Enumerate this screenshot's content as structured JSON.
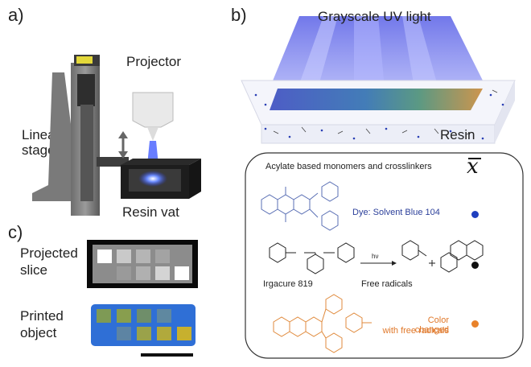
{
  "panels": {
    "a": {
      "label": "a)",
      "projector": "Projector",
      "linear_stage": [
        "Linear",
        "stage"
      ],
      "resin_vat": "Resin vat"
    },
    "b": {
      "label": "b)",
      "uv_light": "Grayscale UV light",
      "resin": "Resin",
      "box": {
        "header": "Acylate based monomers and crosslinkers",
        "x_symbol": "x",
        "dye_label": "Dye: Solvent Blue 104",
        "photoinitiator": "Irgacure 819",
        "arrow_label": "hν",
        "free_radicals": "Free radicals",
        "color_changed": [
          "Color changed",
          "with free radicals"
        ],
        "dot_colors": {
          "dye": "#1f3fbf",
          "radical": "#111111",
          "changed": "#e8822a"
        }
      }
    },
    "c": {
      "label": "c)",
      "projected_slice": [
        "Projected",
        "slice"
      ],
      "printed_object": [
        "Printed",
        "object"
      ]
    }
  },
  "colors": {
    "uv_beam": "#7a7ff0",
    "dye_structure": "#5a6fb4",
    "changed_structure": "#e08a3c",
    "dye_text": "#2b3f9a",
    "changed_text": "#e0782a"
  },
  "icons": [
    "projector-icon",
    "linear-stage-icon",
    "resin-vat-icon",
    "double-arrow-icon",
    "plus-icon",
    "reaction-arrow-icon",
    "scale-bar-icon"
  ]
}
